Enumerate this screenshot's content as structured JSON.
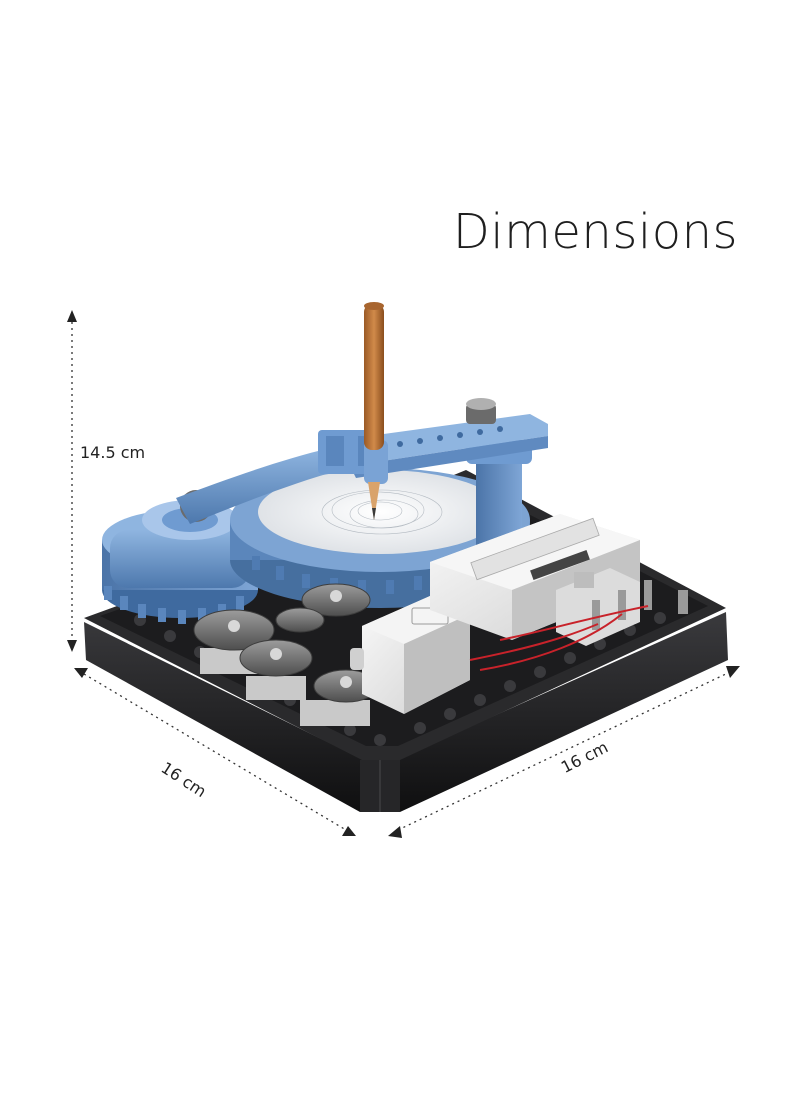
{
  "heading": "Dimensions",
  "dimensions": {
    "height": "14.5 cm",
    "depth": "16 cm",
    "width": "16 cm"
  },
  "colors": {
    "background": "#ffffff",
    "base_black": "#1b1b1d",
    "arm_blue": "#6f9bd1",
    "pencil_wood": "#c07a3e",
    "module_white": "#ececec",
    "gear_gray": "#7d7d7d",
    "wire_red": "#c8222a"
  }
}
